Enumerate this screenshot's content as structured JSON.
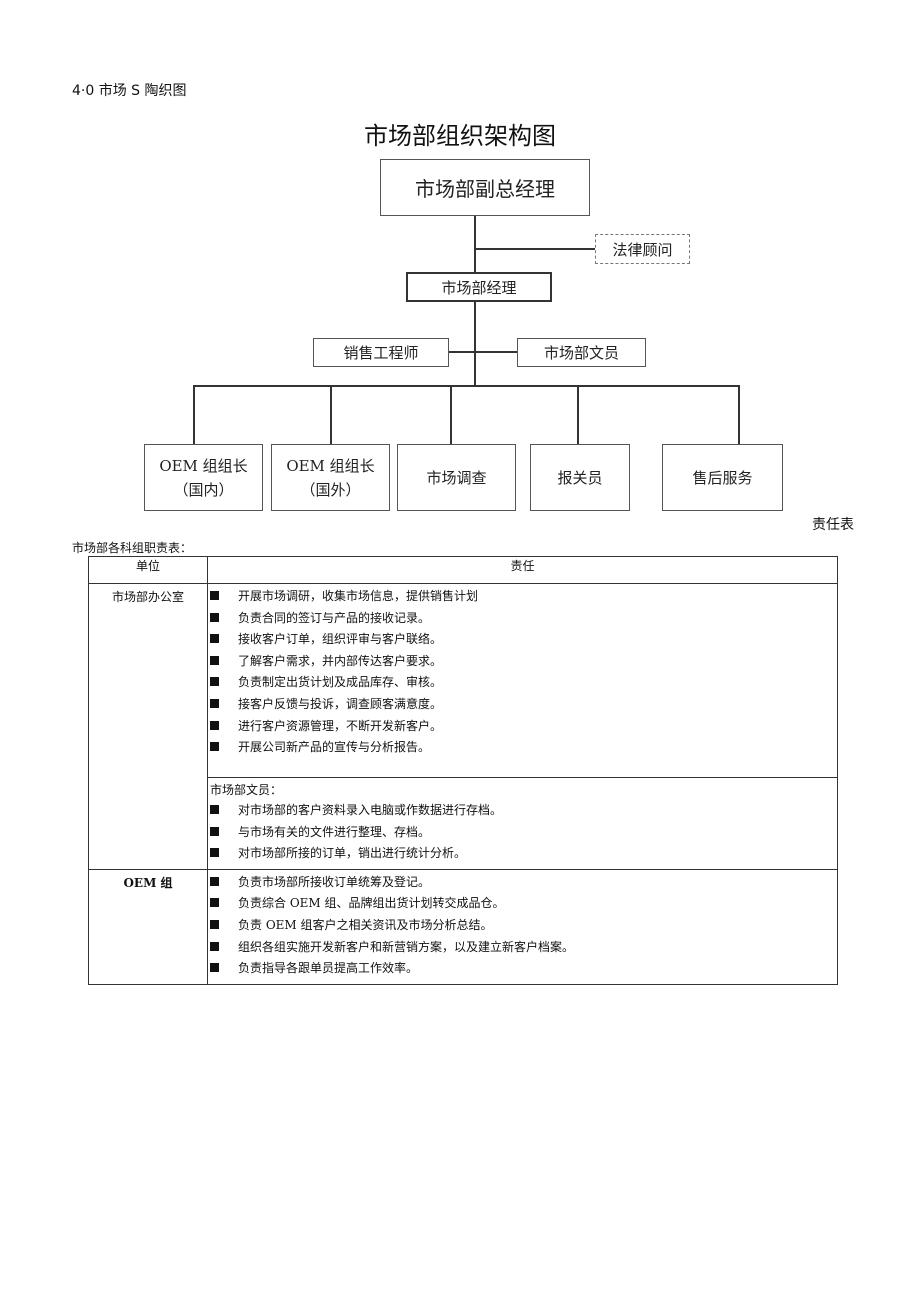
{
  "heading": "4·0 市场 S 陶织图",
  "org_chart": {
    "title": "市场部组织架构图",
    "vp": "市场部副总经理",
    "legal": "法律顾问",
    "manager": "市场部经理",
    "sales_engineer": "销售工程师",
    "clerk": "市场部文员",
    "oem_domestic_line1": "OEM 组组长",
    "oem_domestic_line2": "（国内）",
    "oem_foreign_line1": "OEM 组组长",
    "oem_foreign_line2": "（国外）",
    "survey": "市场调查",
    "customs": "报关员",
    "after_sales": "售后服务"
  },
  "responsibility_title": "责任表",
  "table_caption": "市场部各科组职责表：",
  "table": {
    "header_unit": "单位",
    "header_resp": "责任",
    "office_unit": "市场部办公室",
    "office_items": [
      "开展市场调研，收集市场信息，提供销售计划",
      "负责合同的签订与产品的接收记录。",
      "接收客户订单，组织评审与客户联络。",
      "了解客户需求，并内部传达客户要求。",
      "负责制定出货计划及成品库存、审核。",
      "接客户反馈与投诉，调查顾客满意度。",
      "进行客户资源管理，不断开发新客户。",
      "开展公司新产品的宣传与分析报告。"
    ],
    "clerk_label": "市场部文员：",
    "clerk_items": [
      "对市场部的客户资料录入电脑或作数据进行存档。",
      "与市场有关的文件进行整理、存档。",
      "对市场部所接的订单，销出进行统计分析。"
    ],
    "oem_unit": "OEM 组",
    "oem_items": [
      "负责市场部所接收订单统筹及登记。",
      "负责综合 OEM 组、品牌组出货计划转交成品仓。",
      "负责 OEM 组客户之相关资讯及市场分析总结。",
      "组织各组实施开发新客户和新营销方案，以及建立新客户档案。",
      "负责指导各跟单员提高工作效率。"
    ]
  }
}
